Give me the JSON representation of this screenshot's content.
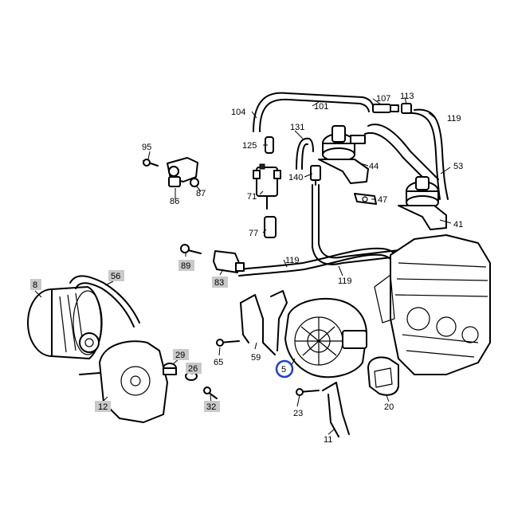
{
  "labels": {
    "p104": "104",
    "p101": "101",
    "p107": "107",
    "p113": "113",
    "p119a": "119",
    "p131": "131",
    "p125": "125",
    "p95": "95",
    "p44": "44",
    "p53": "53",
    "p140": "140",
    "p71": "71",
    "p86": "86",
    "p87": "87",
    "p47": "47",
    "p41": "41",
    "p77": "77",
    "p89": "89",
    "p119b": "119",
    "p119c": "119",
    "p83": "83",
    "p8": "8",
    "p56": "56",
    "p59": "59",
    "p65": "65",
    "p29": "29",
    "p26": "26",
    "p5": "5",
    "p23": "23",
    "p20": "20",
    "p12": "12",
    "p32": "32",
    "p11": "11"
  },
  "boxed_labels": [
    "p89",
    "p83",
    "p8",
    "p56",
    "p29",
    "p26",
    "p12",
    "p32"
  ],
  "highlighted_label": "p5",
  "colors": {
    "highlight": "#1f3fd1",
    "label_box": "#c9c9c9",
    "line": "#000000"
  }
}
